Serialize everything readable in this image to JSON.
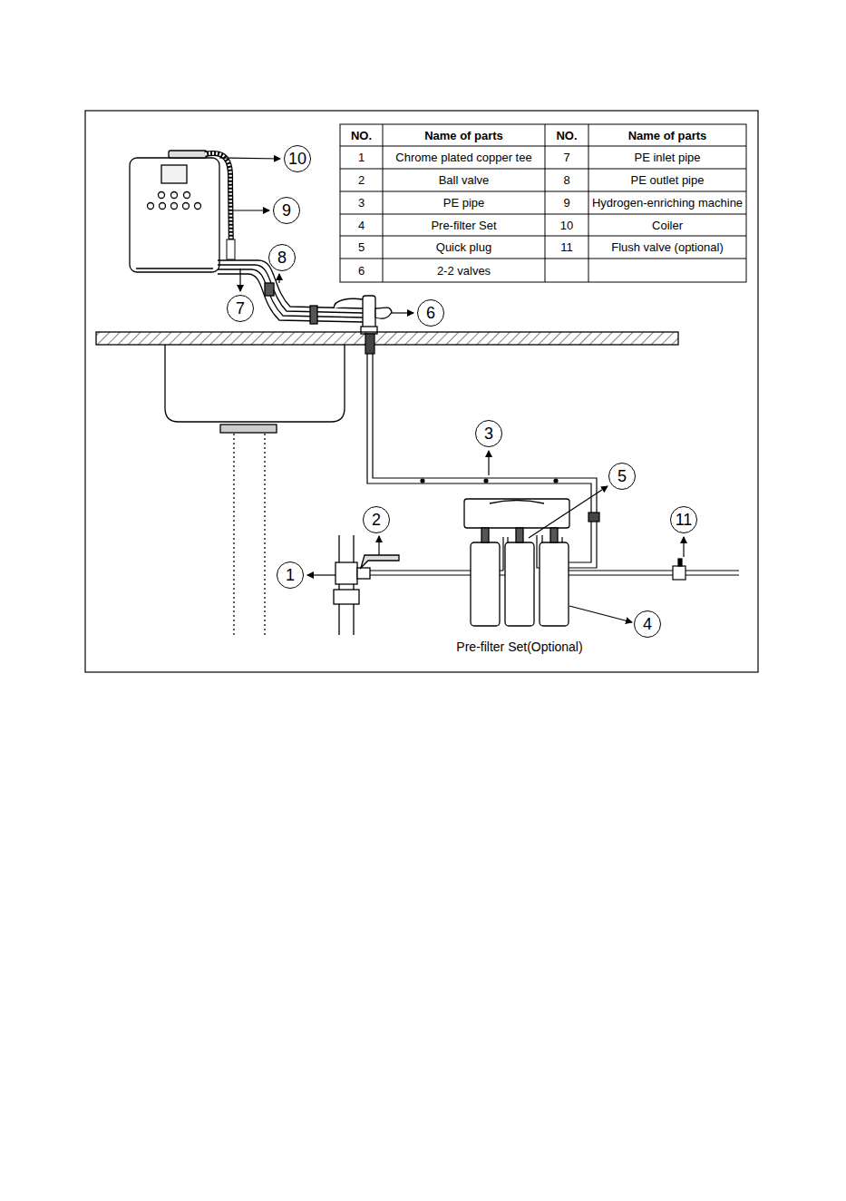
{
  "diagram": {
    "nodes": [
      {
        "text": [
          "10"
        ]
      },
      {
        "text": [
          "9"
        ]
      },
      {
        "text": [
          "8"
        ]
      },
      {
        "text": [
          "7"
        ]
      },
      {
        "text": [
          "6"
        ]
      },
      {
        "text": [
          "3"
        ]
      },
      {
        "text": [
          "5"
        ]
      },
      {
        "text": [
          "2"
        ]
      },
      {
        "text": [
          "11"
        ]
      },
      {
        "text": [
          "1"
        ]
      },
      {
        "text": [
          "4"
        ]
      }
    ],
    "labels": [
      "NO.",
      "Name of parts",
      "NO.",
      "Name of parts",
      "1",
      "Chrome plated copper tee",
      "7",
      "PE inlet pipe",
      "2",
      "Ball valve",
      "8",
      "PE outlet pipe",
      "3",
      "PE pipe",
      "9",
      "Hydrogen-enriching machine",
      "4",
      "Pre-filter Set",
      "10",
      "Coiler",
      "5",
      "Quick plug",
      "11",
      "Flush valve (optional)",
      "6",
      "2-2 valves",
      "Pre-filter Set(Optional)"
    ]
  }
}
